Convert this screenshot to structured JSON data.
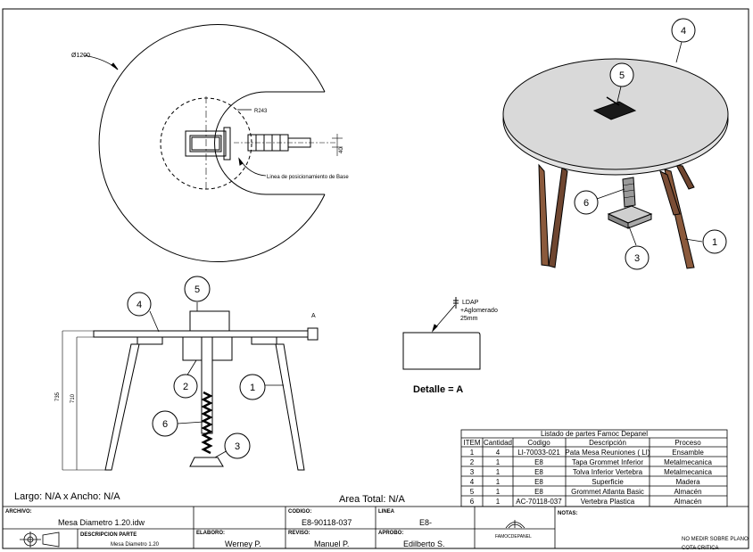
{
  "top_view": {
    "diameter_label": "Ø1200",
    "radius_label": "R243",
    "offset_label": "40",
    "base_line_label": "Linea de posicionamiento de Base"
  },
  "front_view": {
    "height_outer": "735",
    "height_inner": "710",
    "section_marker": "A"
  },
  "detail": {
    "note_line1": "LDAP",
    "note_line2": "+Aglomerado",
    "note_line3": "25mm",
    "title": "Detalle = A"
  },
  "balloons": {
    "iso": [
      "4",
      "5",
      "6",
      "3",
      "1"
    ],
    "front": [
      "5",
      "4",
      "2",
      "1",
      "6",
      "3"
    ]
  },
  "dimensions_text": {
    "size": "Largo: N/A x Ancho: N/A",
    "area": "Area Total: N/A"
  },
  "parts_list": {
    "title": "Listado de partes Famoc Depanel",
    "headers": [
      "ITEM",
      "Cantidad",
      "Codigo",
      "Descripción",
      "Proceso"
    ],
    "rows": [
      [
        "1",
        "4",
        "LI-70033-021",
        "Pata Mesa Reuniones ( LI)",
        "Ensamble"
      ],
      [
        "2",
        "1",
        "E8",
        "Tapa Grommet Inferior",
        "Metalmecanica"
      ],
      [
        "3",
        "1",
        "E8",
        "Tolva Inferior Vertebra",
        "Metalmecanica"
      ],
      [
        "4",
        "1",
        "E8",
        "Superficie",
        "Madera"
      ],
      [
        "5",
        "1",
        "E8",
        "Grommet Atlanta Basic",
        "Almacén"
      ],
      [
        "6",
        "1",
        "AC-70118-037",
        "Vertebra Plastica",
        "Almacén"
      ]
    ]
  },
  "title_block": {
    "archivo_label": "ARCHIVO:",
    "archivo": "Mesa Diametro 1.20.idw",
    "codigo_label": "CODIGO:",
    "codigo": "E8-90118-037",
    "linea_label": "LINEA",
    "linea": "E8-",
    "notas_label": "NOTAS:",
    "descripcion_label": "DESCRIPCION PARTE",
    "descripcion": "Mesa Diametro 1.20",
    "elaboro_label": "ELABORO:",
    "elaboro": "Werney P.",
    "reviso_label": "REVISO:",
    "reviso": "Manuel P.",
    "aprobo_label": "APROBO:",
    "aprobo": "Edilberto S.",
    "logo_text": "FAMOCDEPANEL",
    "note_1": "NO MEDIR SOBRE PLANO",
    "note_2": "COTA CRITICA"
  }
}
